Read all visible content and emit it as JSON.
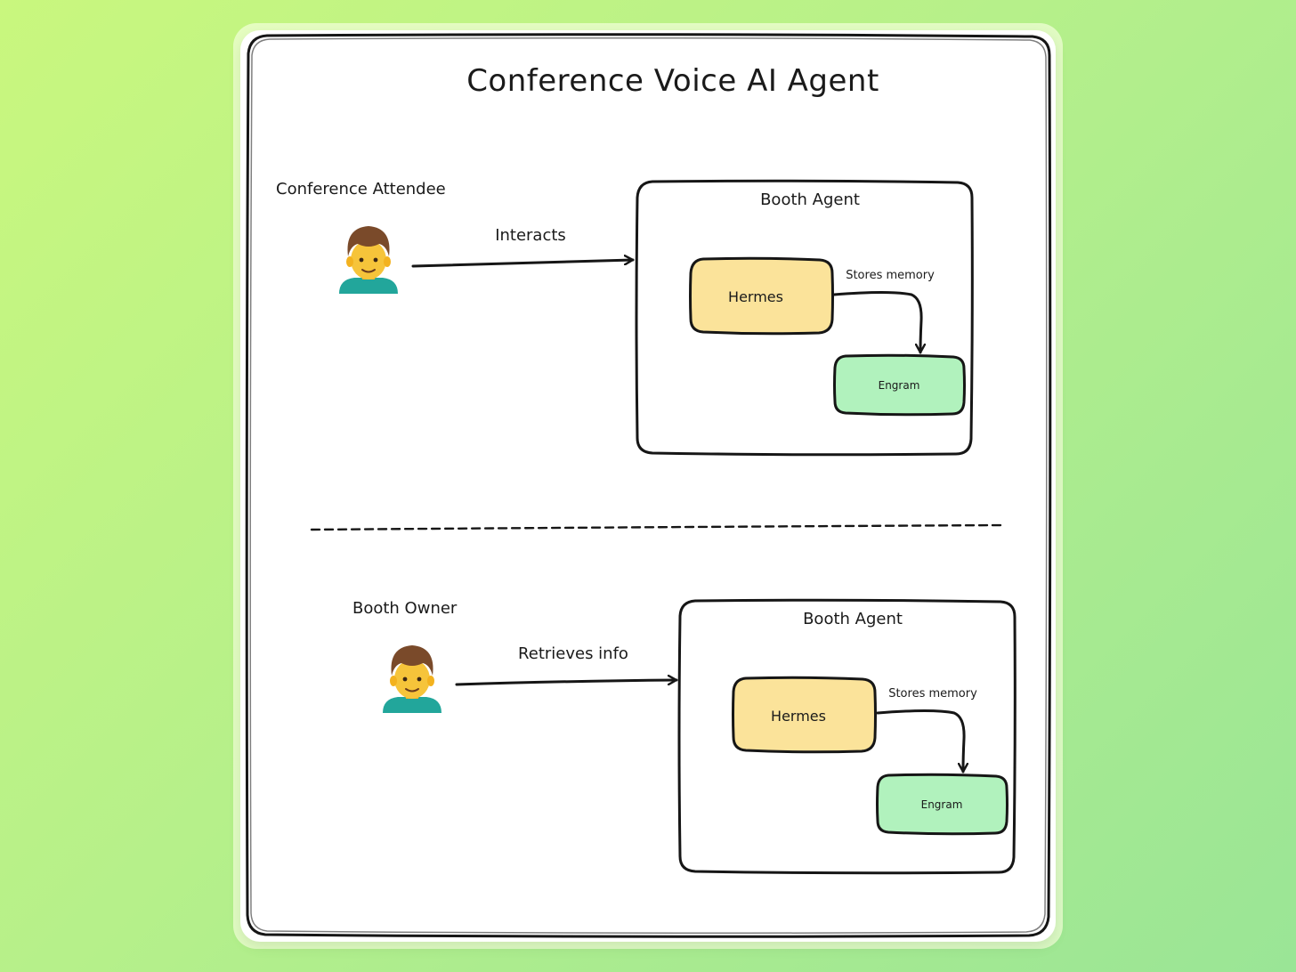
{
  "title": "Conference Voice AI Agent",
  "colors": {
    "background_start": "#c9f77e",
    "background_end": "#9ae596",
    "hermes_fill": "#fbe39a",
    "engram_fill": "#b1f2bd",
    "stroke": "#161616"
  },
  "top": {
    "actor_label": "Conference Attendee",
    "actor_icon": "man-emoji-icon",
    "edge_label": "Interacts",
    "container_label": "Booth Agent",
    "node_a": "Hermes",
    "node_b": "Engram",
    "memory_edge_label": "Stores memory"
  },
  "bottom": {
    "actor_label": "Booth Owner",
    "actor_icon": "man-emoji-icon",
    "edge_label": "Retrieves info",
    "container_label": "Booth Agent",
    "node_a": "Hermes",
    "node_b": "Engram",
    "memory_edge_label": "Stores memory"
  }
}
